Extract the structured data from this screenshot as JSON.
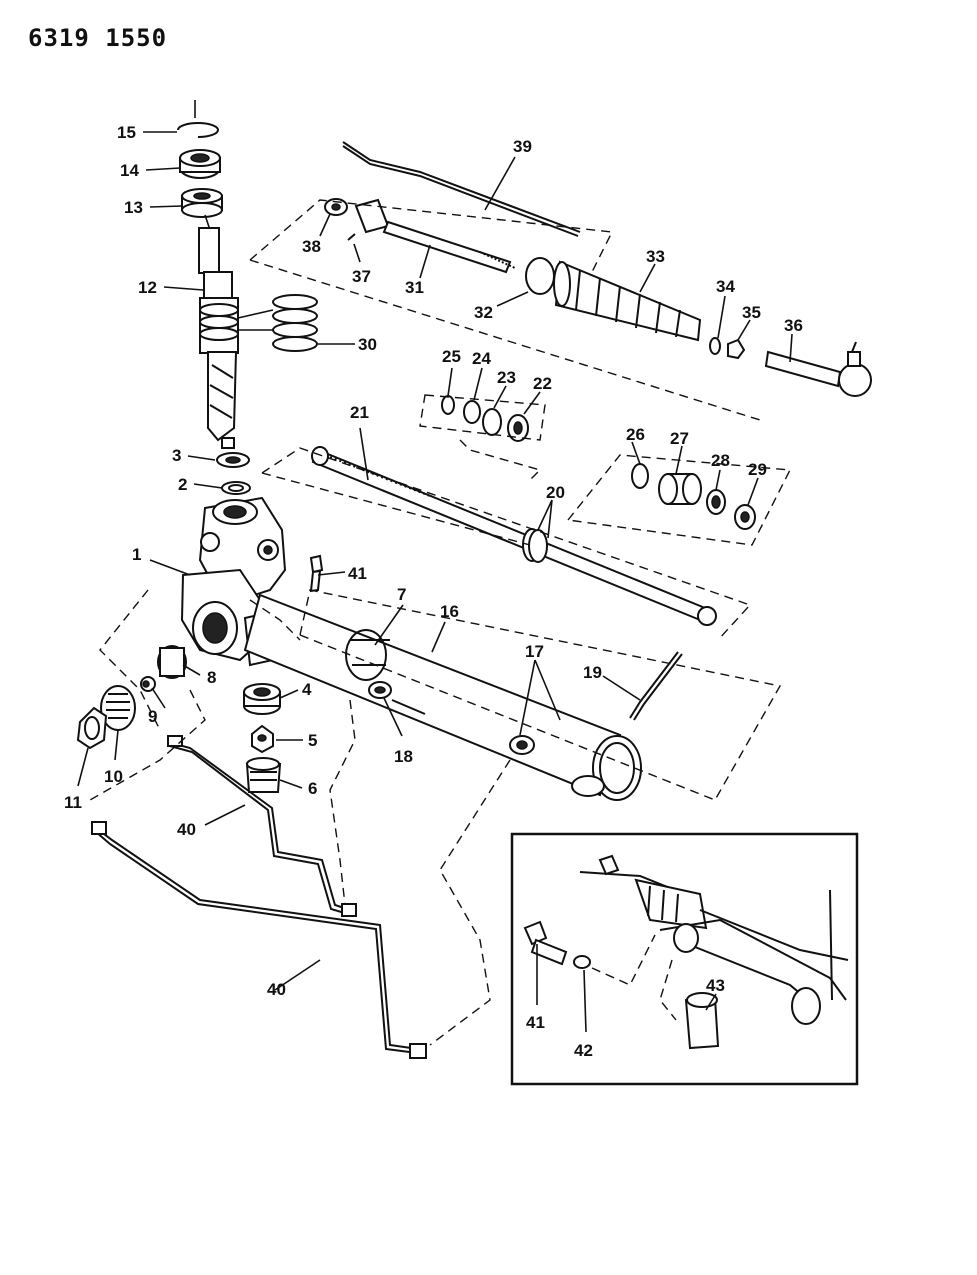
{
  "document_id": "6319 1550",
  "callouts": {
    "c1": "1",
    "c2": "2",
    "c3": "3",
    "c4": "4",
    "c5": "5",
    "c6": "6",
    "c7": "7",
    "c8": "8",
    "c9": "9",
    "c10": "10",
    "c11": "11",
    "c12": "12",
    "c13": "13",
    "c14": "14",
    "c15": "15",
    "c16": "16",
    "c17": "17",
    "c18": "18",
    "c19": "19",
    "c20": "20",
    "c21": "21",
    "c22": "22",
    "c23": "23",
    "c24": "24",
    "c25": "25",
    "c26": "26",
    "c27": "27",
    "c28": "28",
    "c29": "29",
    "c30": "30",
    "c31": "31",
    "c32": "32",
    "c33": "33",
    "c34": "34",
    "c35": "35",
    "c36": "36",
    "c37": "37",
    "c38": "38",
    "c39": "39",
    "c40a": "40",
    "c40b": "40",
    "c41": "41",
    "inset_c41": "41",
    "inset_c42": "42",
    "inset_c43": "43"
  }
}
